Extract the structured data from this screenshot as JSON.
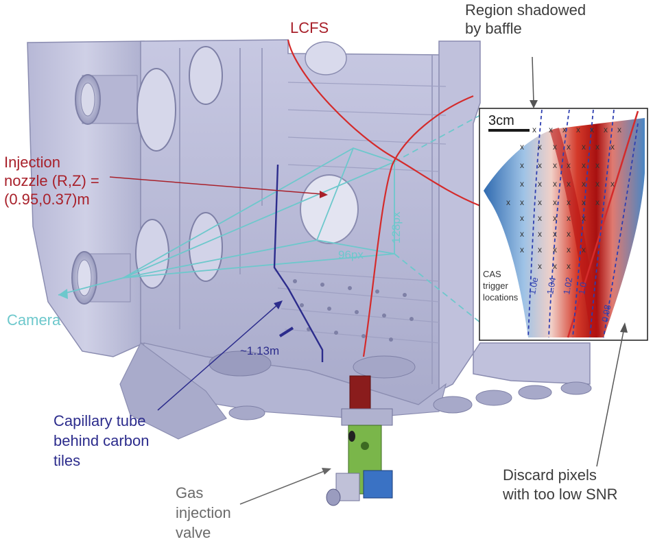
{
  "labels": {
    "lcfs": "LCFS",
    "region_l1": "Region shadowed",
    "region_l2": "by baffle",
    "inj_l1": "Injection",
    "inj_l2": "nozzle (R,Z) =",
    "inj_l3": "(0.95,0.37)m",
    "camera": "Camera",
    "cap_l1": "Capillary tube",
    "cap_l2": "behind carbon",
    "cap_l3": "tiles",
    "gas_l1": "Gas",
    "gas_l2": "injection",
    "gas_l3": "valve",
    "discard_l1": "Discard pixels",
    "discard_l2": "with too low SNR",
    "px128": "128px",
    "px96": "96px",
    "dist": "~1.13m"
  },
  "inset": {
    "scale_label": "3cm",
    "cas_l1": "CAS",
    "cas_l2": "trigger",
    "cas_l3": "locations",
    "contours": [
      "1.0e",
      "1.04",
      "1.02",
      "1.0",
      "0.98"
    ]
  },
  "colors": {
    "vessel_fill": "#c3c4df",
    "vessel_dark": "#8a8cb0",
    "lcfs": "#d42b2b",
    "camera_rays": "#6dc8cc",
    "capillary": "#2c2c8c",
    "plasma_red": "#c41818",
    "plasma_blue": "#2f6ab0"
  }
}
